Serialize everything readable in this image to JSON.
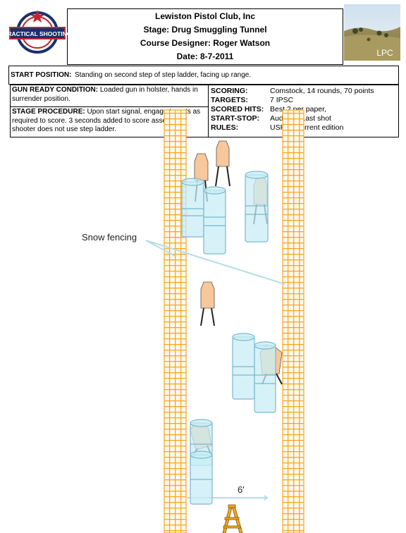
{
  "header": {
    "club": "Lewiston Pistol Club, Inc",
    "stage": "Stage: Drug Smuggling Tunnel",
    "designer": "Course Designer: Roger Watson",
    "date": "Date: 8-7-2011"
  },
  "logo": {
    "text": "PRACTICAL SHOOTING",
    "caption": "LPC"
  },
  "start_position": {
    "label": "START POSITION:",
    "text": "Standing on second step of step ladder, facing up range."
  },
  "gun_ready": {
    "label": "GUN READY CONDITION:",
    "text": "Loaded gun in holster, hands in surrender position."
  },
  "procedure": {
    "label": "STAGE PROCEDURE:",
    "text": "Upon start signal, engage targets as required to score.  3 seconds added to score assessed if shooter does not use step ladder."
  },
  "info": [
    {
      "label": "SCORING:",
      "value": "Comstock, 14 rounds, 70 points"
    },
    {
      "label": "TARGETS:",
      "value": "7 IPSC"
    },
    {
      "label": "SCORED HITS:",
      "value": "Best 2 per paper,"
    },
    {
      "label": "START-STOP:",
      "value": "Audible - Last shot"
    },
    {
      "label": "RULES:",
      "value": "USPSA current edition"
    }
  ],
  "annotations": {
    "snow_fencing": "Snow fencing",
    "distance": "6'"
  },
  "colors": {
    "fence": "#f5a623",
    "target": "#f8c79a",
    "barrel": "#c8eef6",
    "barrel_edge": "#7ab8cc"
  }
}
